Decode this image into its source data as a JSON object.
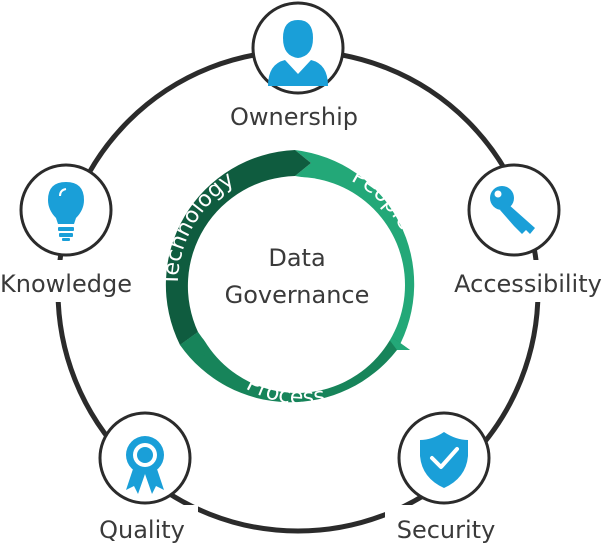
{
  "diagram": {
    "center": {
      "line1": "Data",
      "line2": "Governance"
    },
    "cycle": [
      {
        "label": "People",
        "color": "#23a878"
      },
      {
        "label": "Process",
        "color": "#17845a"
      },
      {
        "label": "Technology",
        "color": "#0f5c3f"
      }
    ],
    "nodes": [
      {
        "label": "Ownership",
        "icon": "person-icon"
      },
      {
        "label": "Accessibility",
        "icon": "key-icon"
      },
      {
        "label": "Security",
        "icon": "shield-check-icon"
      },
      {
        "label": "Quality",
        "icon": "award-badge-icon"
      },
      {
        "label": "Knowledge",
        "icon": "lightbulb-icon"
      }
    ],
    "colors": {
      "icon": "#1a9fd8",
      "outline": "#2b2b2b",
      "text": "#3a3a3a"
    }
  }
}
